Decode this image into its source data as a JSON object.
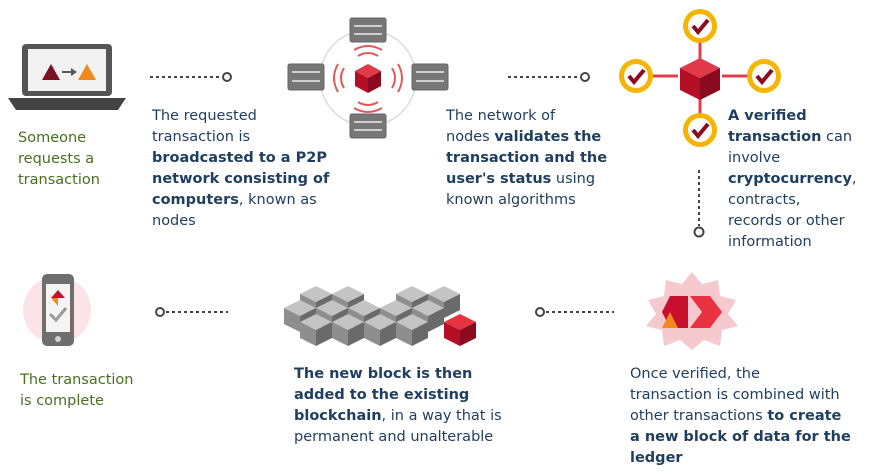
{
  "colors": {
    "red": "#c8102e",
    "dark_red": "#8a0b1f",
    "orange": "#f08a1e",
    "gold": "#f5b400",
    "gray_dark": "#6e6e6e",
    "gray_light": "#bdbdbd",
    "green_text": "#4a6f1f",
    "blue_text": "#1f3f60"
  },
  "steps": {
    "step1": {
      "line1": "Someone",
      "line2": "requests a",
      "line3": "transaction",
      "icon": "laptop-icon"
    },
    "step2": {
      "l1": "The requested",
      "l2": "transaction is",
      "l3_bold": "broadcasted to a P2P",
      "l4_bold": "network consisting of",
      "l5_bold": "computers",
      "l5_rest": ", known as",
      "l6": "nodes",
      "icon": "network-nodes-icon"
    },
    "step3": {
      "l1": "The network of",
      "l2": "nodes ",
      "l2_bold": "validates the",
      "l3_bold": "transaction and the",
      "l4_bold": "user's status",
      "l4_rest": " using",
      "l5": "known algorithms",
      "icon": "validation-icon"
    },
    "step4": {
      "l1_bold": "A verified",
      "l2_bold": "transaction",
      "l2_rest": " can",
      "l3": "involve",
      "l4_bold": "cryptocurrency",
      "l4_rest": ",",
      "l5": "contracts,",
      "l6": "records or other",
      "l7": "information"
    },
    "step5": {
      "l1": "Once verified, the",
      "l2": "transaction is combined with",
      "l3": "other transactions ",
      "l3_bold": "to create",
      "l4_bold": "a new block of data for the",
      "l5_bold": "ledger",
      "icon": "new-block-icon"
    },
    "step6": {
      "l1_bold": "The new block is then",
      "l2_bold": "added to the existing",
      "l3_bold": "blockchain",
      "l3_rest": ", in a way that is",
      "l4": "permanent and unalterable",
      "icon": "blockchain-icon"
    },
    "step7": {
      "l1": "The transaction",
      "l2": "is complete",
      "icon": "phone-check-icon"
    }
  }
}
